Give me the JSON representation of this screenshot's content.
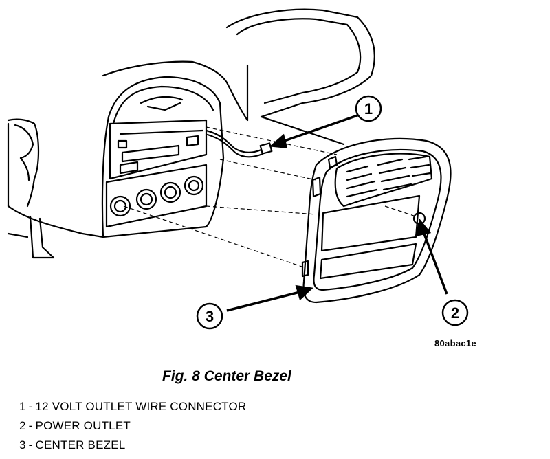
{
  "figure": {
    "ref_code": "80abac1e",
    "caption": "Fig. 8 Center Bezel",
    "callouts": [
      {
        "number": "1",
        "label": "12 VOLT OUTLET WIRE CONNECTOR"
      },
      {
        "number": "2",
        "label": "POWER OUTLET"
      },
      {
        "number": "3",
        "label": "CENTER BEZEL"
      }
    ]
  }
}
